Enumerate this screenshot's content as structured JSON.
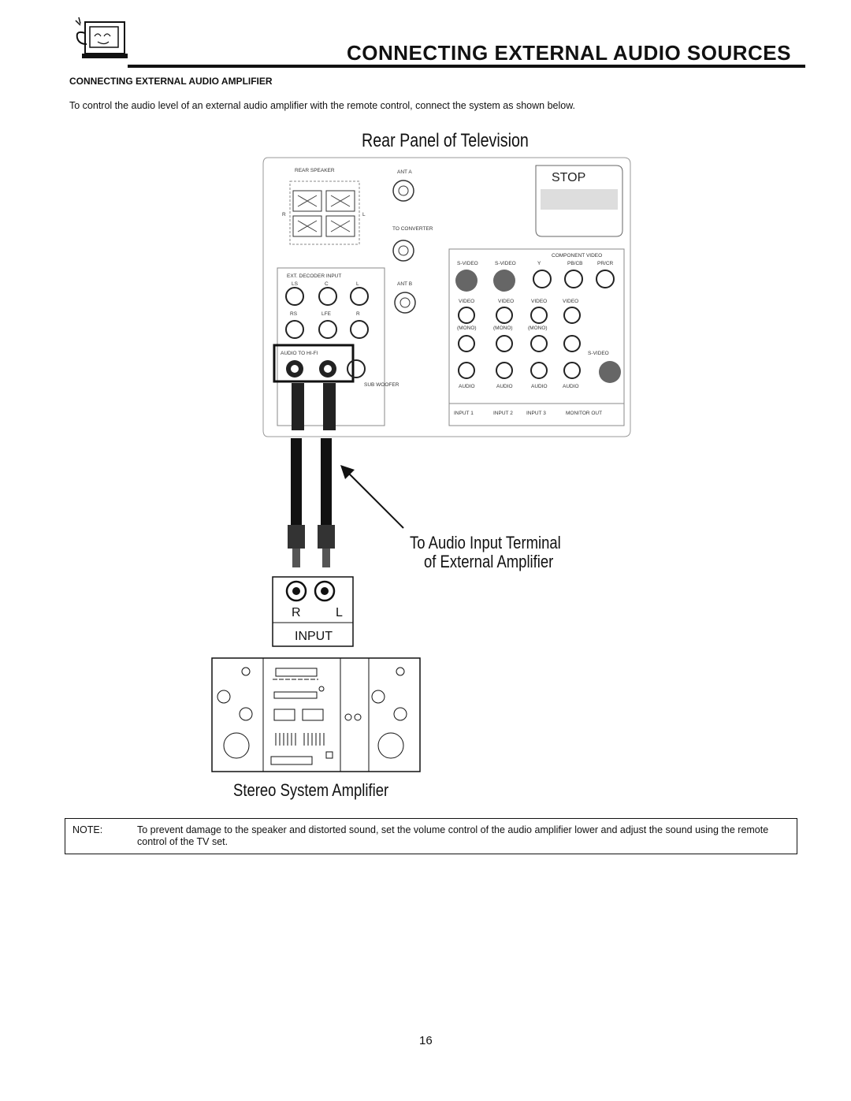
{
  "header": {
    "title": "CONNECTING EXTERNAL AUDIO SOURCES"
  },
  "section": {
    "title": "CONNECTING EXTERNAL AUDIO AMPLIFIER",
    "intro": "To control the audio level of an external audio amplifier with the remote control, connect the system as shown below."
  },
  "diagram": {
    "panel_title": "Rear Panel of Television",
    "panel_labels": {
      "rear_speaker": "REAR SPEAKER",
      "ant_a": "ANT A",
      "to_converter": "TO CONVERTER",
      "ant_b": "ANT B",
      "stop": "STOP",
      "ext_decoder_input": "EXT. DECODER INPUT",
      "ls": "LS",
      "c": "C",
      "l": "L",
      "r": "R",
      "rs": "RS",
      "lfe": "LFE",
      "audio_to_hifi": "AUDIO TO HI-FI",
      "sub_woofer": "SUB WOOFER",
      "s_video": "S-VIDEO",
      "component_video": "COMPONENT VIDEO",
      "y": "Y",
      "pbcb": "PB/CB",
      "prcr": "PR/CR",
      "video": "VIDEO",
      "mono": "(MONO)",
      "audio": "AUDIO",
      "input1": "INPUT 1",
      "input2": "INPUT 2",
      "input3": "INPUT 3",
      "monitor_out": "MONITOR OUT"
    },
    "terminal_line1": "To Audio Input Terminal",
    "terminal_line2": "of External Amplifier",
    "amp_input": {
      "r": "R",
      "l": "L",
      "label": "INPUT"
    },
    "stereo_label": "Stereo System Amplifier"
  },
  "note": {
    "label": "NOTE:",
    "text": "To prevent damage to the speaker and distorted sound, set the volume control of the audio amplifier lower and adjust the sound using the remote control of the TV set."
  },
  "page_number": "16",
  "icons": {
    "header": "tv-mascot-icon"
  }
}
